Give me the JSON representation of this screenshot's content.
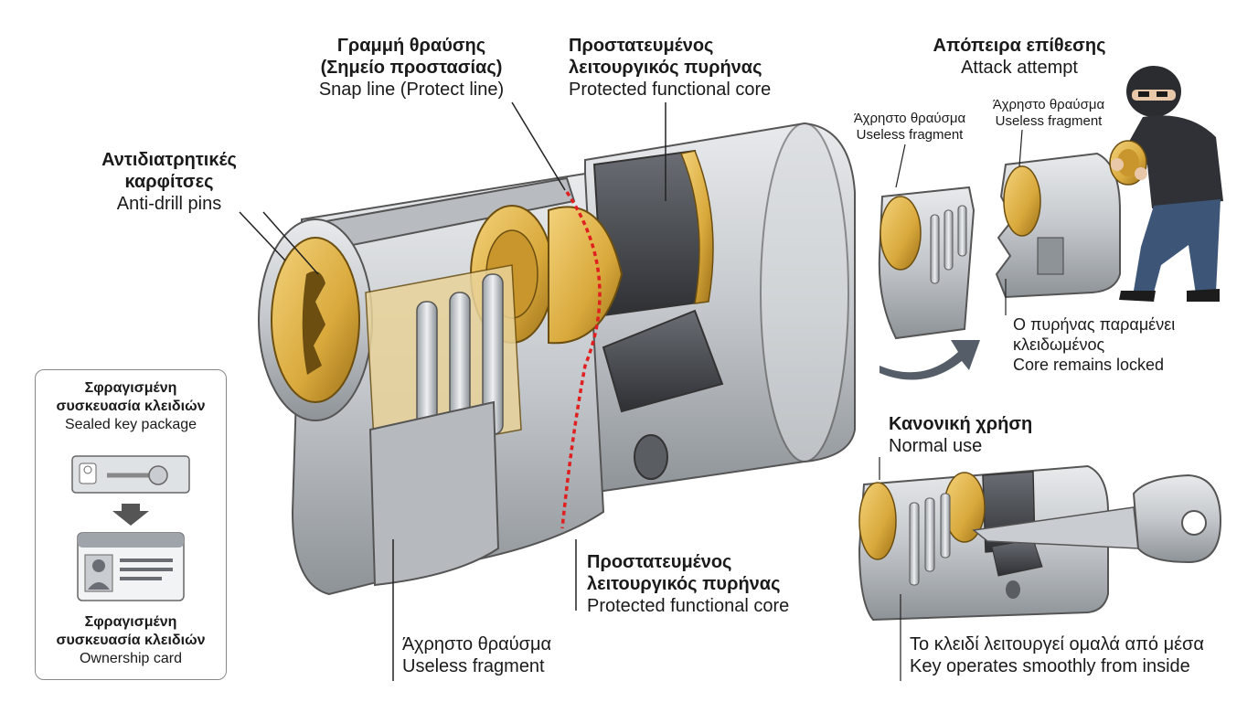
{
  "labels": {
    "snap_line": {
      "gr1": "Γραμμή θραύσης",
      "gr2": "(Σημείο προστασίας)",
      "en": "Snap line (Protect line)"
    },
    "protected_core_top": {
      "gr": "Προστατευμένος λειτουργικός πυρήνας",
      "gr1": "Προστατευμένος",
      "gr2": "λειτουργικός πυρήνας",
      "en": "Protected functional core"
    },
    "anti_drill": {
      "gr1": "Αντιδιατρητικές",
      "gr2": "καρφίτσες",
      "en": "Anti-drill pins"
    },
    "protected_core_bottom": {
      "gr1": "Προστατευμένος",
      "gr2": "λειτουργικός πυρήνας",
      "en": "Protected functional core"
    },
    "useless_fragment_main": {
      "gr": "Άχρηστο θραύσμα",
      "en": "Useless fragment"
    },
    "attack": {
      "gr": "Απόπειρα επίθεσης",
      "en": "Attack attempt"
    },
    "attack_fragment_left": {
      "gr": "Άχρηστο θραύσμα",
      "en": "Useless fragment"
    },
    "attack_fragment_right": {
      "gr": "Άχρηστο θραύσμα",
      "en": "Useless fragment"
    },
    "core_locked": {
      "gr1": "Ο πυρήνας παραμένει",
      "gr2": "κλειδωμένος",
      "en": "Core remains locked"
    },
    "normal_use": {
      "gr": "Κανονική χρήση",
      "en": "Normal use"
    },
    "key_smooth": {
      "gr": "Το κλειδί λειτουργεί ομαλά από μέσα",
      "en": "Key operates smoothly from inside"
    }
  },
  "card": {
    "top_gr1": "Σφραγισμένη",
    "top_gr2": "συσκευασία κλειδιών",
    "top_en": "Sealed key package",
    "bottom_gr1": "Σφραγισμένη",
    "bottom_gr2": "συσκευασία κλειδιών",
    "bottom_en": "Ownership card"
  },
  "colors": {
    "brass": "#d9a93c",
    "brass_dark": "#a87a1c",
    "steel": "#c8ccd0",
    "steel_dark": "#8c9196",
    "dark_core": "#4a4d52",
    "snap_line": "#e02020"
  }
}
